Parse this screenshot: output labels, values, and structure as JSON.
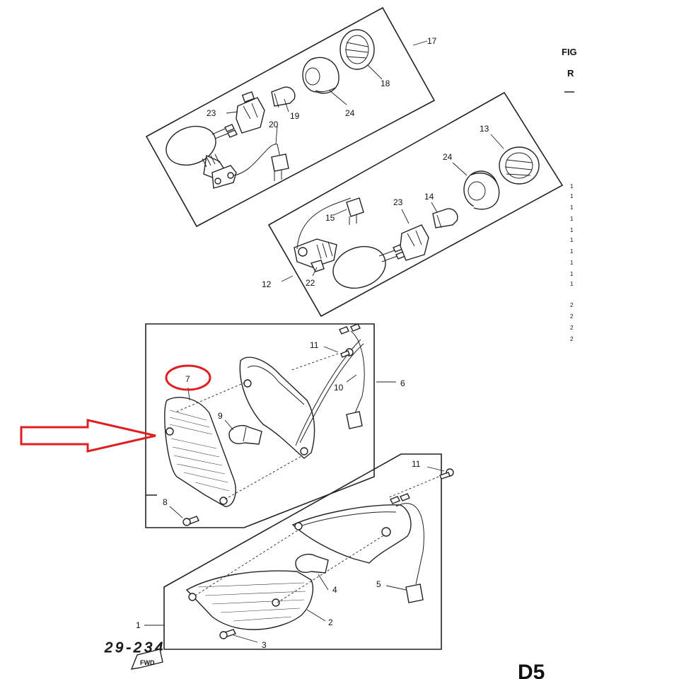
{
  "callouts": {
    "c1": "1",
    "c2": "2",
    "c3": "3",
    "c4": "4",
    "c5": "5",
    "c6": "6",
    "c7": "7",
    "c8": "8",
    "c9": "9",
    "c10": "10",
    "c11a": "11",
    "c11b": "11",
    "c12": "12",
    "c13": "13",
    "c14": "14",
    "c15": "15",
    "c17": "17",
    "c18": "18",
    "c19": "19",
    "c20": "20",
    "c22": "22",
    "c23a": "23",
    "c23b": "23",
    "c24a": "24",
    "c24b": "24"
  },
  "corner": {
    "fig": "FIG",
    "ref": "R",
    "page": "D5",
    "code": "29-234",
    "fwd": "FWD"
  },
  "side_column": [
    "1",
    "1",
    "1",
    "1",
    "1",
    "1",
    "1",
    "1",
    "1",
    "1",
    "2",
    "2",
    "2",
    "2"
  ],
  "colors": {
    "highlight": "#e02020",
    "line": "#222222"
  },
  "icons": {
    "arrow": "right-arrow-icon",
    "circle": "highlight-circle-icon"
  }
}
